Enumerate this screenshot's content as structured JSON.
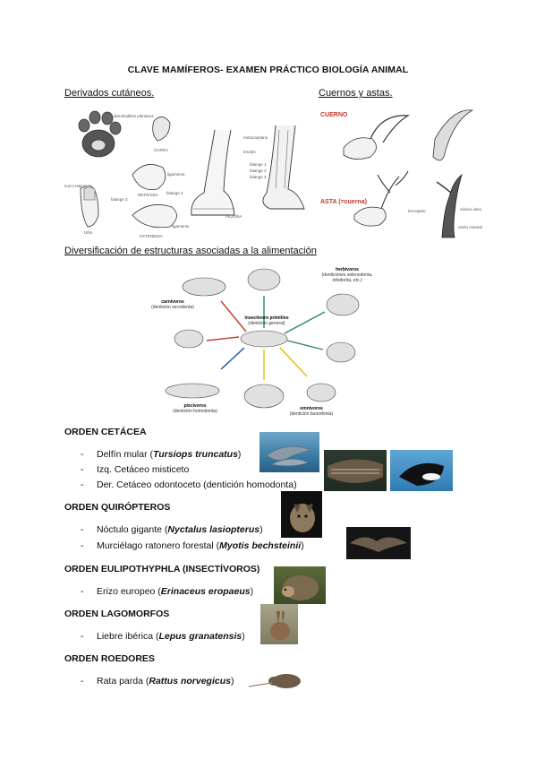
{
  "title": "CLAVE MAMÍFEROS- EXAMEN PRÁCTICO BIOLOGÍA ANIMAL",
  "sections": {
    "derivados": "Derivados cutáneos.",
    "cuernos": "Cuernos y astas.",
    "diversificacion": "Diversificación de estructuras asociadas a la alimentación"
  },
  "derivados_labels": {
    "almohadillas": "almohadillas plantares",
    "garra": "GARRA",
    "ligamento1": "ligamento",
    "retraida": "RETRAIDA",
    "falange2": "falange 2",
    "falange3": "falange 3",
    "ligamento2": "ligamento",
    "extendida": "EXTENDIDA",
    "surco": "surco lateral",
    "una": "UÑA",
    "metacarpiano": "metacarpiano",
    "tendon": "tendón",
    "falange1b": "falange 1",
    "falange2b": "falange 2",
    "falange3b": "falange 3",
    "pezuna": "PEZUÑA"
  },
  "cuernos_labels": {
    "cuerno": "CUERNO",
    "asta": "ASTA (=cuerna)",
    "terciopelo": "terciopelo",
    "nucleo": "núcleo óseo",
    "union": "unión craneal"
  },
  "diet_labels": {
    "center_title": "insectívoro primitivo",
    "center_sub": "(dentición general)",
    "carnivoros": "carnívoros",
    "carnivoros_sub": "(dentición secodonta)",
    "herbivoros": "herbívoros",
    "herbivoros_sub": "(denticiones selenodonta, lofodonta, etc.)",
    "piscivoros": "piscívoros",
    "piscivoros_sub": "(dentición homodonta)",
    "omnivoros": "omnívoros",
    "omnivoros_sub": "(dentición bunodonta)"
  },
  "orders": [
    {
      "name": "ORDEN CETÁCEA",
      "items": [
        {
          "dash": "-",
          "before": "Delfín mular (",
          "sci": "Tursiops truncatus",
          "after": ")"
        },
        {
          "dash": "-",
          "before": "Izq. Cetáceo misticeto",
          "sci": "",
          "after": ""
        },
        {
          "dash": "-",
          "before": "Der. Cetáceo odontoceto (dentición homodonta)",
          "sci": "",
          "after": ""
        }
      ]
    },
    {
      "name": "ORDEN QUIRÓPTEROS",
      "items": [
        {
          "dash": "-",
          "before": "Nóctulo gigante (",
          "sci": "Nyctalus lasiopterus",
          "after": ")"
        },
        {
          "dash": "-",
          "before": "Murciélago ratonero forestal (",
          "sci": "Myotis bechsteinii",
          "after": ")"
        }
      ]
    },
    {
      "name": "ORDEN EULIPOTHYPHLA (INSECTÍVOROS)",
      "items": [
        {
          "dash": "-",
          "before": "Erizo europeo (",
          "sci": "Erinaceus eropaeus",
          "after": ")"
        }
      ]
    },
    {
      "name": "ORDEN LAGOMORFOS",
      "items": [
        {
          "dash": "-",
          "before": "Liebre ibérica (",
          "sci": "Lepus granatensis",
          "after": ")"
        }
      ]
    },
    {
      "name": "ORDEN ROEDORES",
      "items": [
        {
          "dash": "-",
          "before": "Rata parda (",
          "sci": "Rattus norvegicus",
          "after": ")"
        }
      ]
    }
  ]
}
